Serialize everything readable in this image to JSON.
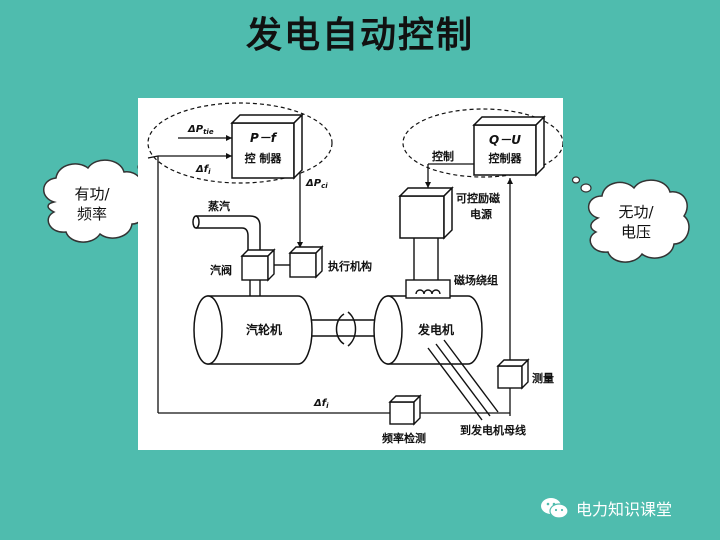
{
  "slide": {
    "title": "发电自动控制"
  },
  "bubbles": {
    "left_line1": "有功/",
    "left_line2": "频率",
    "right_line1": "无功/",
    "right_line2": "电压"
  },
  "diagram": {
    "pf_controller_symbol": "P－f",
    "pf_controller_label": "控 制器",
    "qu_controller_symbol": "Q－U",
    "qu_controller_label": "控制器",
    "delta_ptie": "ΔP",
    "delta_ptie_sub": "tie",
    "delta_fi_top": "Δf",
    "delta_fi_top_sub": "i",
    "delta_pci": "ΔP",
    "delta_pci_sub": "ci",
    "control_label": "控制",
    "steam_label": "蒸汽",
    "valve_label": "汽阀",
    "actuator_label": "执行机构",
    "exciter_label_1": "可控励磁",
    "exciter_label_2": "电源",
    "field_winding_label": "磁场绕组",
    "turbine_label": "汽轮机",
    "generator_label": "发电机",
    "measure_label": "测量",
    "delta_fi_bottom": "Δf",
    "delta_fi_bottom_sub": "i",
    "freq_detect_label": "频率检测",
    "to_bus_label": "到发电机母线"
  },
  "watermark": {
    "text": "电力知识课堂",
    "icon": "wechat-icon"
  },
  "colors": {
    "background": "#4fbcae",
    "figure": "#ffffff",
    "ink": "#111111"
  }
}
